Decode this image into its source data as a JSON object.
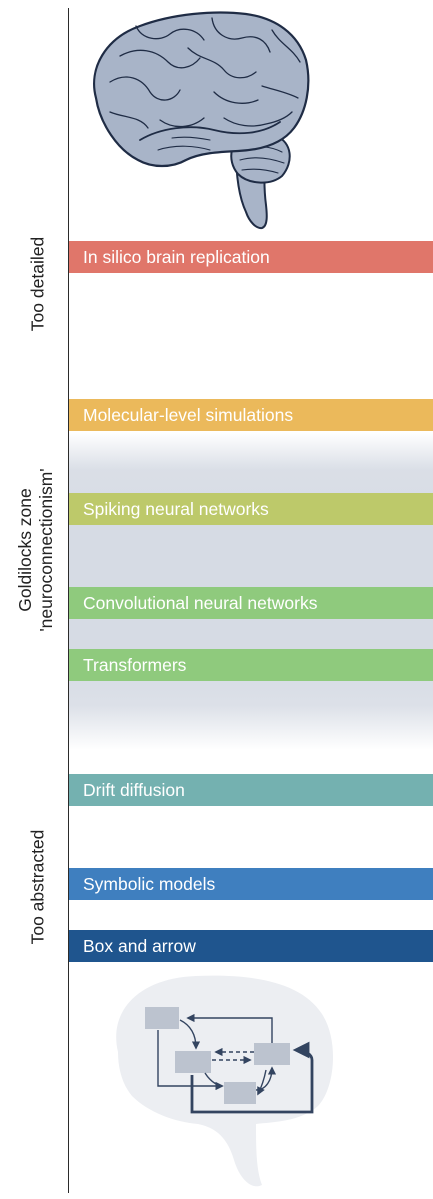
{
  "zones": {
    "too_detailed": "Too detailed",
    "goldilocks_line1": "Goldilocks zone",
    "goldilocks_line2": "'neuroconnectionism'",
    "too_abstracted": "Too abstracted"
  },
  "models": [
    {
      "label": "In silico brain replication",
      "color": "#e0766a"
    },
    {
      "label": "Molecular-level simulations",
      "color": "#ebb95b"
    },
    {
      "label": "Spiking neural networks",
      "color": "#bdc96a"
    },
    {
      "label": "Convolutional neural networks",
      "color": "#8fca7d"
    },
    {
      "label": "Transformers",
      "color": "#8fca7d"
    },
    {
      "label": "Drift diffusion",
      "color": "#74b1b0"
    },
    {
      "label": "Symbolic models",
      "color": "#3f7fbf"
    },
    {
      "label": "Box and arrow",
      "color": "#1f558e"
    }
  ],
  "colors": {
    "brain_fill": "#a8b4c8",
    "brain_stroke": "#1f2c45",
    "silhouette": "#eceef2",
    "box_fill": "#bcc3cf",
    "arrow": "#334460"
  }
}
